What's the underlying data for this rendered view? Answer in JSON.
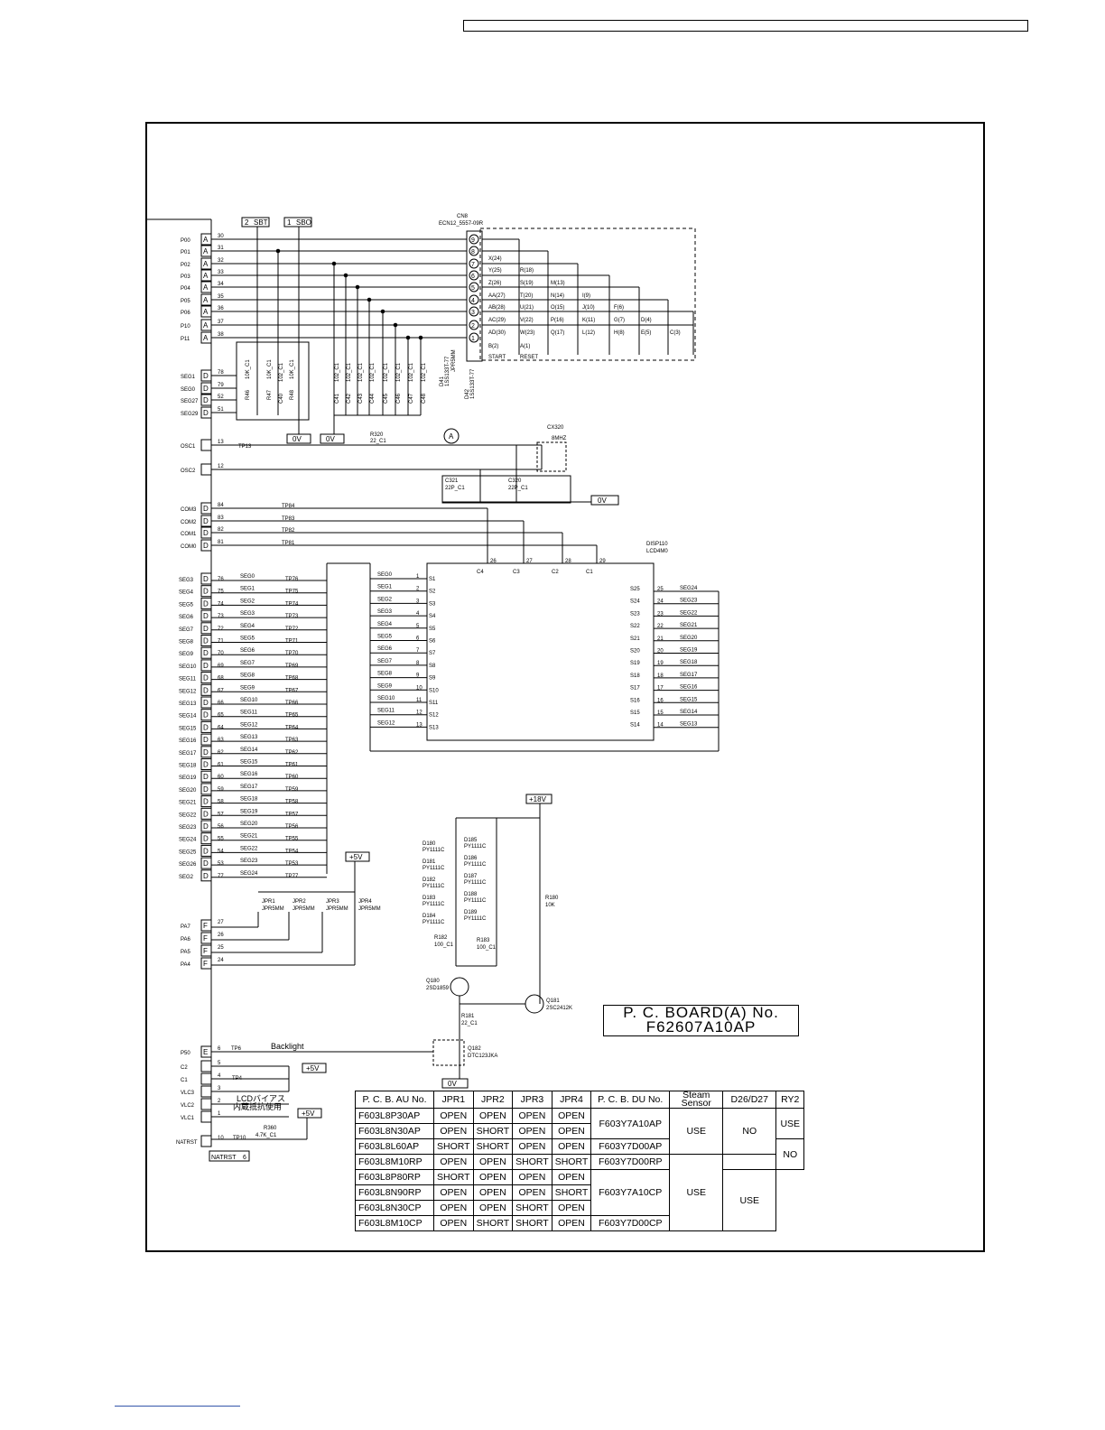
{
  "cn8": {
    "ref": "CN8",
    "part": "ECN12_5557-09R",
    "pins": [
      "9",
      "8",
      "7",
      "6",
      "5",
      "4",
      "3",
      "2",
      "1"
    ]
  },
  "mcu_pins_a": [
    {
      "name": "P00",
      "type": "A",
      "pin": "30"
    },
    {
      "name": "P01",
      "type": "A",
      "pin": "31"
    },
    {
      "name": "P02",
      "type": "A",
      "pin": "32"
    },
    {
      "name": "P03",
      "type": "A",
      "pin": "33"
    },
    {
      "name": "P04",
      "type": "A",
      "pin": "34"
    },
    {
      "name": "P05",
      "type": "A",
      "pin": "35"
    },
    {
      "name": "P06",
      "type": "A",
      "pin": "36"
    },
    {
      "name": "P10",
      "type": "A",
      "pin": "37"
    },
    {
      "name": "P11",
      "type": "A",
      "pin": "38"
    }
  ],
  "seg_pins_top": [
    {
      "name": "SEG1",
      "type": "D",
      "pin": "78"
    },
    {
      "name": "SEG0",
      "type": "D",
      "pin": "79"
    },
    {
      "name": "SEG27",
      "type": "D",
      "pin": "52"
    },
    {
      "name": "SEG29",
      "type": "D",
      "pin": "51"
    }
  ],
  "osc": [
    {
      "name": "OSC1",
      "pin": "13",
      "tp": "TP13"
    },
    {
      "name": "OSC2",
      "pin": "12",
      "tp": ""
    }
  ],
  "com_pins": [
    {
      "name": "COM3",
      "type": "D",
      "pin": "84",
      "tp": "TP84"
    },
    {
      "name": "COM2",
      "type": "D",
      "pin": "83",
      "tp": "TP83"
    },
    {
      "name": "COM1",
      "type": "D",
      "pin": "82",
      "tp": "TP82"
    },
    {
      "name": "COM0",
      "type": "D",
      "pin": "81",
      "tp": "TP81"
    }
  ],
  "seg_pins": [
    {
      "name": "SEG3",
      "pin": "76",
      "net": "SEG0",
      "tp": "TP76"
    },
    {
      "name": "SEG4",
      "pin": "75",
      "net": "SEG1",
      "tp": "TP75"
    },
    {
      "name": "SEG5",
      "pin": "74",
      "net": "SEG2",
      "tp": "TP74"
    },
    {
      "name": "SEG6",
      "pin": "73",
      "net": "SEG3",
      "tp": "TP73"
    },
    {
      "name": "SEG7",
      "pin": "72",
      "net": "SEG4",
      "tp": "TP72"
    },
    {
      "name": "SEG8",
      "pin": "71",
      "net": "SEG5",
      "tp": "TP71"
    },
    {
      "name": "SEG9",
      "pin": "70",
      "net": "SEG6",
      "tp": "TP70"
    },
    {
      "name": "SEG10",
      "pin": "69",
      "net": "SEG7",
      "tp": "TP69"
    },
    {
      "name": "SEG11",
      "pin": "68",
      "net": "SEG8",
      "tp": "TP68"
    },
    {
      "name": "SEG12",
      "pin": "67",
      "net": "SEG9",
      "tp": "TP67"
    },
    {
      "name": "SEG13",
      "pin": "66",
      "net": "SEG10",
      "tp": "TP66"
    },
    {
      "name": "SEG14",
      "pin": "65",
      "net": "SEG11",
      "tp": "TP65"
    },
    {
      "name": "SEG15",
      "pin": "64",
      "net": "SEG12",
      "tp": "TP64"
    },
    {
      "name": "SEG16",
      "pin": "63",
      "net": "SEG13",
      "tp": "TP63"
    },
    {
      "name": "SEG17",
      "pin": "62",
      "net": "SEG14",
      "tp": "TP62"
    },
    {
      "name": "SEG18",
      "pin": "61",
      "net": "SEG15",
      "tp": "TP61"
    },
    {
      "name": "SEG19",
      "pin": "60",
      "net": "SEG16",
      "tp": "TP60"
    },
    {
      "name": "SEG20",
      "pin": "59",
      "net": "SEG17",
      "tp": "TP59"
    },
    {
      "name": "SEG21",
      "pin": "58",
      "net": "SEG18",
      "tp": "TP58"
    },
    {
      "name": "SEG22",
      "pin": "57",
      "net": "SEG19",
      "tp": "TP57"
    },
    {
      "name": "SEG23",
      "pin": "56",
      "net": "SEG20",
      "tp": "TP56"
    },
    {
      "name": "SEG24",
      "pin": "55",
      "net": "SEG21",
      "tp": "TP55"
    },
    {
      "name": "SEG25",
      "pin": "54",
      "net": "SEG22",
      "tp": "TP54"
    },
    {
      "name": "SEG26",
      "pin": "53",
      "net": "SEG23",
      "tp": "TP53"
    },
    {
      "name": "SEG2",
      "pin": "77",
      "net": "SEG24",
      "tp": "TP77"
    }
  ],
  "pa_pins": [
    {
      "name": "PA7",
      "type": "F",
      "pin": "27"
    },
    {
      "name": "PA6",
      "type": "F",
      "pin": "26"
    },
    {
      "name": "PA5",
      "type": "F",
      "pin": "25"
    },
    {
      "name": "PA4",
      "type": "F",
      "pin": "24"
    }
  ],
  "p50": {
    "name": "P50",
    "type": "E",
    "pin": "6",
    "tp": "TP6",
    "net": "Backlight"
  },
  "vlc_pins": [
    {
      "name": "C2",
      "pin": "5"
    },
    {
      "name": "C1",
      "pin": "4"
    },
    {
      "name": "VLC3",
      "pin": "3"
    },
    {
      "name": "VLC2",
      "pin": "2"
    },
    {
      "name": "VLC1",
      "pin": "1"
    }
  ],
  "natrst": {
    "name": "NATRST",
    "pin": "10",
    "tp": "TP10",
    "label": "NATRST",
    "label_num": "6"
  },
  "tp4": "TP4",
  "jp_note": "LCDバイアス",
  "jp_note2": "内蔵抵抗使用",
  "flags": {
    "sbt": "SBT",
    "sbt_n": "2",
    "sbo": "SBO",
    "sbo_n": "1"
  },
  "rails": {
    "zero": "0V",
    "plus5": "+5V",
    "plus18": "+18V"
  },
  "resistor_array": {
    "r46": "R46",
    "r47": "R47",
    "r48": "R48",
    "val": "10K_C1",
    "val2": "10K_C1",
    "val3": "10K_C1"
  },
  "caps_top": {
    "labels": [
      "C40",
      "C41",
      "C42",
      "C43",
      "C44",
      "C45",
      "C46",
      "C47",
      "C48"
    ],
    "value": "102_C1"
  },
  "diodes_top": [
    {
      "ref": "D41",
      "part": "1SS133T-77"
    },
    {
      "ref": "JPR5MM",
      "part": ""
    },
    {
      "ref": "D42",
      "part": "1SS133T-77"
    }
  ],
  "test_a": "A",
  "r320": {
    "ref": "R320",
    "val": "22_C1"
  },
  "cx320": {
    "ref": "CX320",
    "val": "8MHZ"
  },
  "c321": {
    "ref": "C321",
    "val": "22P_C1"
  },
  "c320": {
    "ref": "C320",
    "val": "22P_C1"
  },
  "lcd": {
    "ref": "DISP110",
    "part": "LCD4M0",
    "com": [
      {
        "n": "C4",
        "pin": "26"
      },
      {
        "n": "C3",
        "pin": "27"
      },
      {
        "n": "C2",
        "pin": "28"
      },
      {
        "n": "C1",
        "pin": "29"
      }
    ],
    "left": [
      {
        "net": "SEG0",
        "pin": "1",
        "s": "S1"
      },
      {
        "net": "SEG1",
        "pin": "2",
        "s": "S2"
      },
      {
        "net": "SEG2",
        "pin": "3",
        "s": "S3"
      },
      {
        "net": "SEG3",
        "pin": "4",
        "s": "S4"
      },
      {
        "net": "SEG4",
        "pin": "5",
        "s": "S5"
      },
      {
        "net": "SEG5",
        "pin": "6",
        "s": "S6"
      },
      {
        "net": "SEG6",
        "pin": "7",
        "s": "S7"
      },
      {
        "net": "SEG7",
        "pin": "8",
        "s": "S8"
      },
      {
        "net": "SEG8",
        "pin": "9",
        "s": "S9"
      },
      {
        "net": "SEG9",
        "pin": "10",
        "s": "S10"
      },
      {
        "net": "SEG10",
        "pin": "11",
        "s": "S11"
      },
      {
        "net": "SEG11",
        "pin": "12",
        "s": "S12"
      },
      {
        "net": "SEG12",
        "pin": "13",
        "s": "S13"
      }
    ],
    "right": [
      {
        "net": "SEG24",
        "pin": "25",
        "s": "S25"
      },
      {
        "net": "SEG23",
        "pin": "24",
        "s": "S24"
      },
      {
        "net": "SEG22",
        "pin": "23",
        "s": "S23"
      },
      {
        "net": "SEG21",
        "pin": "22",
        "s": "S22"
      },
      {
        "net": "SEG20",
        "pin": "21",
        "s": "S21"
      },
      {
        "net": "SEG19",
        "pin": "20",
        "s": "S20"
      },
      {
        "net": "SEG18",
        "pin": "19",
        "s": "S19"
      },
      {
        "net": "SEG17",
        "pin": "18",
        "s": "S18"
      },
      {
        "net": "SEG16",
        "pin": "17",
        "s": "S17"
      },
      {
        "net": "SEG15",
        "pin": "16",
        "s": "S16"
      },
      {
        "net": "SEG14",
        "pin": "15",
        "s": "S15"
      },
      {
        "net": "SEG13",
        "pin": "14",
        "s": "S14"
      }
    ]
  },
  "key_matrix": {
    "rows": [
      [
        "X(24)"
      ],
      [
        "Y(25)",
        "R(18)"
      ],
      [
        "Z(26)",
        "S(19)",
        "M(13)"
      ],
      [
        "AA(27)",
        "T(20)",
        "N(14)",
        "I(9)"
      ],
      [
        "AB(28)",
        "U(21)",
        "O(15)",
        "J(10)",
        "F(6)"
      ],
      [
        "AC(29)",
        "V(22)",
        "P(16)",
        "K(11)",
        "G(7)",
        "D(4)"
      ],
      [
        "AD(30)",
        "W(23)",
        "Q(17)",
        "L(12)",
        "H(8)",
        "E(5)",
        "C(3)"
      ],
      [
        "B(2)",
        "A(1)"
      ]
    ],
    "start": "START",
    "reset": "RESET"
  },
  "jumpers": [
    {
      "ref": "JPR1",
      "part": "JPR5MM"
    },
    {
      "ref": "JPR2",
      "part": "JPR5MM"
    },
    {
      "ref": "JPR3",
      "part": "JPR5MM"
    },
    {
      "ref": "JPR4",
      "part": "JPR5MM"
    }
  ],
  "leds": [
    {
      "l": "D180",
      "r": "D185",
      "part": "PY1111C"
    },
    {
      "l": "D181",
      "r": "D186",
      "part": "PY1111C"
    },
    {
      "l": "D182",
      "r": "D187",
      "part": "PY1111C"
    },
    {
      "l": "D183",
      "r": "D188",
      "part": "PY1111C"
    },
    {
      "l": "D184",
      "r": "D189",
      "part": "PY1111C"
    }
  ],
  "r180": {
    "ref": "R180",
    "val": "10K"
  },
  "r182": {
    "ref": "R182",
    "val": "100_C1"
  },
  "r183": {
    "ref": "R183",
    "val": "100_C1"
  },
  "q180": {
    "ref": "Q180",
    "part": "2SD1859"
  },
  "q181": {
    "ref": "Q181",
    "part": "2SC2412K"
  },
  "r181": {
    "ref": "R181",
    "val": "22_C1"
  },
  "q182": {
    "ref": "Q182",
    "part": "DTC123JKA"
  },
  "r360": {
    "ref": "R360",
    "val": "4.7K_C1"
  },
  "pcb_box": {
    "line1": "P. C. BOARD(A) No.",
    "line2": "F62607A10AP"
  },
  "table": {
    "headers": [
      "P. C. B. AU No.",
      "JPR1",
      "JPR2",
      "JPR3",
      "JPR4",
      "P. C. B. DU No.",
      "Steam Sensor",
      "D26/D27",
      "RY2"
    ],
    "rows": [
      [
        "F603L8P30AP",
        "OPEN",
        "OPEN",
        "OPEN",
        "OPEN"
      ],
      [
        "F603L8N30AP",
        "OPEN",
        "SHORT",
        "OPEN",
        "OPEN"
      ],
      [
        "F603L8L60AP",
        "SHORT",
        "SHORT",
        "OPEN",
        "OPEN"
      ],
      [
        "F603L8M10RP",
        "OPEN",
        "OPEN",
        "SHORT",
        "SHORT"
      ],
      [
        "F603L8P80RP",
        "SHORT",
        "OPEN",
        "OPEN",
        "OPEN"
      ],
      [
        "F603L8N90RP",
        "OPEN",
        "OPEN",
        "OPEN",
        "SHORT"
      ],
      [
        "F603L8N30CP",
        "OPEN",
        "OPEN",
        "SHORT",
        "OPEN"
      ],
      [
        "F603L8M10CP",
        "OPEN",
        "SHORT",
        "SHORT",
        "OPEN"
      ]
    ],
    "du": [
      "F603Y7A10AP",
      "F603Y7D00AP",
      "F603Y7D00RP",
      "F603Y7A10CP",
      "F603Y7D00CP"
    ],
    "steam": "USE",
    "d26": [
      "NO",
      "USE"
    ],
    "ry2": [
      "USE",
      "NO",
      "USE"
    ]
  }
}
